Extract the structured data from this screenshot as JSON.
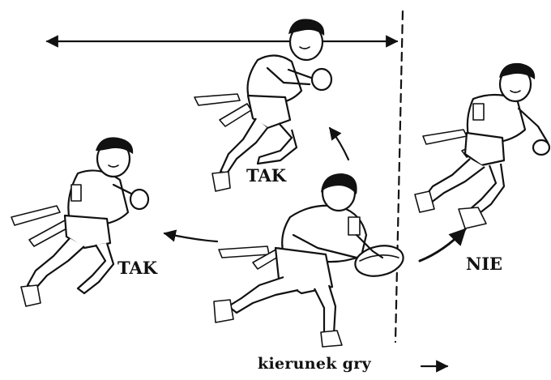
{
  "labels": {
    "tak_top": "TAK",
    "tak_left": "TAK",
    "nie": "NIE",
    "direction": "kierunek gry"
  },
  "colors": {
    "ink": "#111111",
    "background": "#ffffff"
  },
  "icons": {
    "direction_arrow": "right-arrow-icon"
  }
}
